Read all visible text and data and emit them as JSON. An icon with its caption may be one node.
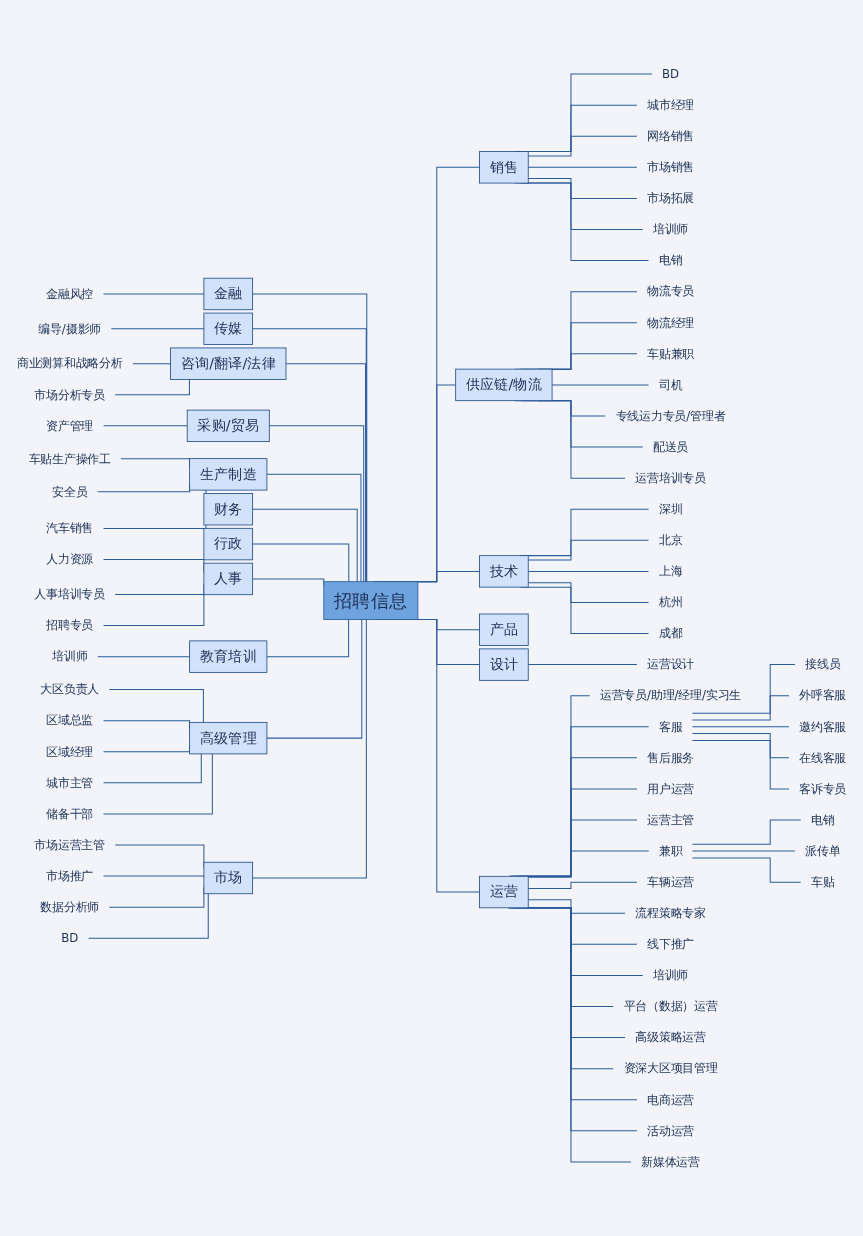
{
  "diagram": {
    "nodes": [
      {
        "text": [
          "招聘信息"
        ]
      },
      {
        "text": [
          "金融"
        ]
      },
      {
        "text": [
          "金融风控"
        ]
      },
      {
        "text": [
          "传媒"
        ]
      },
      {
        "text": [
          "编导/摄影师"
        ]
      },
      {
        "text": [
          "咨询/翻译/法律"
        ]
      },
      {
        "text": [
          "商业测算和战略分析"
        ]
      },
      {
        "text": [
          "市场分析专员"
        ]
      },
      {
        "text": [
          "采购/贸易"
        ]
      },
      {
        "text": [
          "资产管理"
        ]
      },
      {
        "text": [
          "生产制造"
        ]
      },
      {
        "text": [
          "车贴生产操作工"
        ]
      },
      {
        "text": [
          "安全员"
        ]
      },
      {
        "text": [
          "汽车销售"
        ]
      },
      {
        "text": [
          "财务"
        ]
      },
      {
        "text": [
          "行政"
        ]
      },
      {
        "text": [
          "人事"
        ]
      },
      {
        "text": [
          "人力资源"
        ]
      },
      {
        "text": [
          "人事培训专员"
        ]
      },
      {
        "text": [
          "招聘专员"
        ]
      },
      {
        "text": [
          "教育培训"
        ]
      },
      {
        "text": [
          "培训师"
        ]
      },
      {
        "text": [
          "高级管理"
        ]
      },
      {
        "text": [
          "大区负责人"
        ]
      },
      {
        "text": [
          "区域总监"
        ]
      },
      {
        "text": [
          "区域经理"
        ]
      },
      {
        "text": [
          "城市主管"
        ]
      },
      {
        "text": [
          "储备干部"
        ]
      },
      {
        "text": [
          "市场"
        ]
      },
      {
        "text": [
          "市场运营主管"
        ]
      },
      {
        "text": [
          "市场推广"
        ]
      },
      {
        "text": [
          "数据分析师"
        ]
      },
      {
        "text": [
          "BD"
        ]
      },
      {
        "text": [
          "销售"
        ]
      },
      {
        "text": [
          "BD"
        ]
      },
      {
        "text": [
          "城市经理"
        ]
      },
      {
        "text": [
          "网络销售"
        ]
      },
      {
        "text": [
          "市场销售"
        ]
      },
      {
        "text": [
          "市场拓展"
        ]
      },
      {
        "text": [
          "培训师"
        ]
      },
      {
        "text": [
          "电销"
        ]
      },
      {
        "text": [
          "供应链/物流"
        ]
      },
      {
        "text": [
          "物流专员"
        ]
      },
      {
        "text": [
          "物流经理"
        ]
      },
      {
        "text": [
          "车贴兼职"
        ]
      },
      {
        "text": [
          "司机"
        ]
      },
      {
        "text": [
          "专线运力专员/管理者"
        ]
      },
      {
        "text": [
          "配送员"
        ]
      },
      {
        "text": [
          "运营培训专员"
        ]
      },
      {
        "text": [
          "技术"
        ]
      },
      {
        "text": [
          "深圳"
        ]
      },
      {
        "text": [
          "北京"
        ]
      },
      {
        "text": [
          "上海"
        ]
      },
      {
        "text": [
          "杭州"
        ]
      },
      {
        "text": [
          "成都"
        ]
      },
      {
        "text": [
          "产品"
        ]
      },
      {
        "text": [
          "设计"
        ]
      },
      {
        "text": [
          "运营设计"
        ]
      },
      {
        "text": [
          "运营"
        ]
      },
      {
        "text": [
          "运营专员/助理/经理/实习生"
        ]
      },
      {
        "text": [
          "客服"
        ]
      },
      {
        "text": [
          "接线员"
        ]
      },
      {
        "text": [
          "外呼客服"
        ]
      },
      {
        "text": [
          "邀约客服"
        ]
      },
      {
        "text": [
          "在线客服"
        ]
      },
      {
        "text": [
          "客诉专员"
        ]
      },
      {
        "text": [
          "售后服务"
        ]
      },
      {
        "text": [
          "用户运营"
        ]
      },
      {
        "text": [
          "运营主管"
        ]
      },
      {
        "text": [
          "兼职"
        ]
      },
      {
        "text": [
          "电销"
        ]
      },
      {
        "text": [
          "派传单"
        ]
      },
      {
        "text": [
          "车贴"
        ]
      },
      {
        "text": [
          "车辆运营"
        ]
      },
      {
        "text": [
          "流程策略专家"
        ]
      },
      {
        "text": [
          "线下推广"
        ]
      },
      {
        "text": [
          "培训师"
        ]
      },
      {
        "text": [
          "平台（数据）运营"
        ]
      },
      {
        "text": [
          "高级策略运营"
        ]
      },
      {
        "text": [
          "资深大区项目管理"
        ]
      },
      {
        "text": [
          "电商运营"
        ]
      },
      {
        "text": [
          "活动运营"
        ]
      },
      {
        "text": [
          "新媒体运营"
        ]
      }
    ],
    "edges": [
      {
        "from": 1,
        "to": 0,
        "arrow": "none"
      },
      {
        "from": 2,
        "to": 1,
        "arrow": "none"
      },
      {
        "from": 3,
        "to": 0,
        "arrow": "none"
      },
      {
        "from": 4,
        "to": 3,
        "arrow": "none"
      },
      {
        "from": 5,
        "to": 0,
        "arrow": "none"
      },
      {
        "from": 6,
        "to": 5,
        "arrow": "none"
      },
      {
        "from": 7,
        "to": 5,
        "arrow": "none"
      },
      {
        "from": 8,
        "to": 0,
        "arrow": "none"
      },
      {
        "from": 9,
        "to": 8,
        "arrow": "none"
      },
      {
        "from": 10,
        "to": 0,
        "arrow": "none"
      },
      {
        "from": 11,
        "to": 10,
        "arrow": "none"
      },
      {
        "from": 12,
        "to": 10,
        "arrow": "none"
      },
      {
        "from": 13,
        "to": 10,
        "arrow": "none"
      },
      {
        "from": 14,
        "to": 0,
        "arrow": "none"
      },
      {
        "from": 15,
        "to": 0,
        "arrow": "none"
      },
      {
        "from": 16,
        "to": 0,
        "arrow": "none"
      },
      {
        "from": 17,
        "to": 16,
        "arrow": "none"
      },
      {
        "from": 18,
        "to": 16,
        "arrow": "none"
      },
      {
        "from": 19,
        "to": 16,
        "arrow": "none"
      },
      {
        "from": 20,
        "to": 0,
        "arrow": "none"
      },
      {
        "from": 21,
        "to": 20,
        "arrow": "none"
      },
      {
        "from": 22,
        "to": 0,
        "arrow": "none"
      },
      {
        "from": 23,
        "to": 22,
        "arrow": "none"
      },
      {
        "from": 24,
        "to": 22,
        "arrow": "none"
      },
      {
        "from": 25,
        "to": 22,
        "arrow": "none"
      },
      {
        "from": 26,
        "to": 22,
        "arrow": "none"
      },
      {
        "from": 27,
        "to": 22,
        "arrow": "none"
      },
      {
        "from": 28,
        "to": 0,
        "arrow": "none"
      },
      {
        "from": 29,
        "to": 28,
        "arrow": "none"
      },
      {
        "from": 30,
        "to": 28,
        "arrow": "none"
      },
      {
        "from": 31,
        "to": 28,
        "arrow": "none"
      },
      {
        "from": 32,
        "to": 28,
        "arrow": "none"
      },
      {
        "from": 0,
        "to": 33,
        "arrow": "none"
      },
      {
        "from": 33,
        "to": 34,
        "arrow": "none"
      },
      {
        "from": 33,
        "to": 35,
        "arrow": "none"
      },
      {
        "from": 33,
        "to": 36,
        "arrow": "none"
      },
      {
        "from": 33,
        "to": 37,
        "arrow": "none"
      },
      {
        "from": 33,
        "to": 38,
        "arrow": "none"
      },
      {
        "from": 33,
        "to": 39,
        "arrow": "none"
      },
      {
        "from": 33,
        "to": 40,
        "arrow": "none"
      },
      {
        "from": 0,
        "to": 41,
        "arrow": "none"
      },
      {
        "from": 41,
        "to": 42,
        "arrow": "none"
      },
      {
        "from": 41,
        "to": 43,
        "arrow": "none"
      },
      {
        "from": 41,
        "to": 44,
        "arrow": "none"
      },
      {
        "from": 41,
        "to": 45,
        "arrow": "none"
      },
      {
        "from": 41,
        "to": 46,
        "arrow": "none"
      },
      {
        "from": 41,
        "to": 47,
        "arrow": "none"
      },
      {
        "from": 41,
        "to": 48,
        "arrow": "none"
      },
      {
        "from": 0,
        "to": 49,
        "arrow": "none"
      },
      {
        "from": 49,
        "to": 50,
        "arrow": "none"
      },
      {
        "from": 49,
        "to": 51,
        "arrow": "none"
      },
      {
        "from": 49,
        "to": 52,
        "arrow": "none"
      },
      {
        "from": 49,
        "to": 53,
        "arrow": "none"
      },
      {
        "from": 49,
        "to": 54,
        "arrow": "none"
      },
      {
        "from": 0,
        "to": 55,
        "arrow": "none"
      },
      {
        "from": 0,
        "to": 56,
        "arrow": "none"
      },
      {
        "from": 56,
        "to": 57,
        "arrow": "none"
      },
      {
        "from": 0,
        "to": 58,
        "arrow": "none"
      },
      {
        "from": 58,
        "to": 59,
        "arrow": "none"
      },
      {
        "from": 58,
        "to": 60,
        "arrow": "none"
      },
      {
        "from": 60,
        "to": 61,
        "arrow": "none"
      },
      {
        "from": 60,
        "to": 62,
        "arrow": "none"
      },
      {
        "from": 60,
        "to": 63,
        "arrow": "none"
      },
      {
        "from": 60,
        "to": 64,
        "arrow": "none"
      },
      {
        "from": 60,
        "to": 65,
        "arrow": "none"
      },
      {
        "from": 58,
        "to": 66,
        "arrow": "none"
      },
      {
        "from": 58,
        "to": 67,
        "arrow": "none"
      },
      {
        "from": 58,
        "to": 68,
        "arrow": "none"
      },
      {
        "from": 58,
        "to": 69,
        "arrow": "none"
      },
      {
        "from": 69,
        "to": 70,
        "arrow": "none"
      },
      {
        "from": 69,
        "to": 71,
        "arrow": "none"
      },
      {
        "from": 69,
        "to": 72,
        "arrow": "none"
      },
      {
        "from": 58,
        "to": 73,
        "arrow": "none"
      },
      {
        "from": 58,
        "to": 74,
        "arrow": "none"
      },
      {
        "from": 58,
        "to": 75,
        "arrow": "none"
      },
      {
        "from": 58,
        "to": 76,
        "arrow": "none"
      },
      {
        "from": 58,
        "to": 77,
        "arrow": "none"
      },
      {
        "from": 58,
        "to": 78,
        "arrow": "none"
      },
      {
        "from": 58,
        "to": 79,
        "arrow": "none"
      },
      {
        "from": 58,
        "to": 80,
        "arrow": "none"
      },
      {
        "from": 58,
        "to": 81,
        "arrow": "none"
      },
      {
        "from": 58,
        "to": 82,
        "arrow": "none"
      }
    ]
  }
}
